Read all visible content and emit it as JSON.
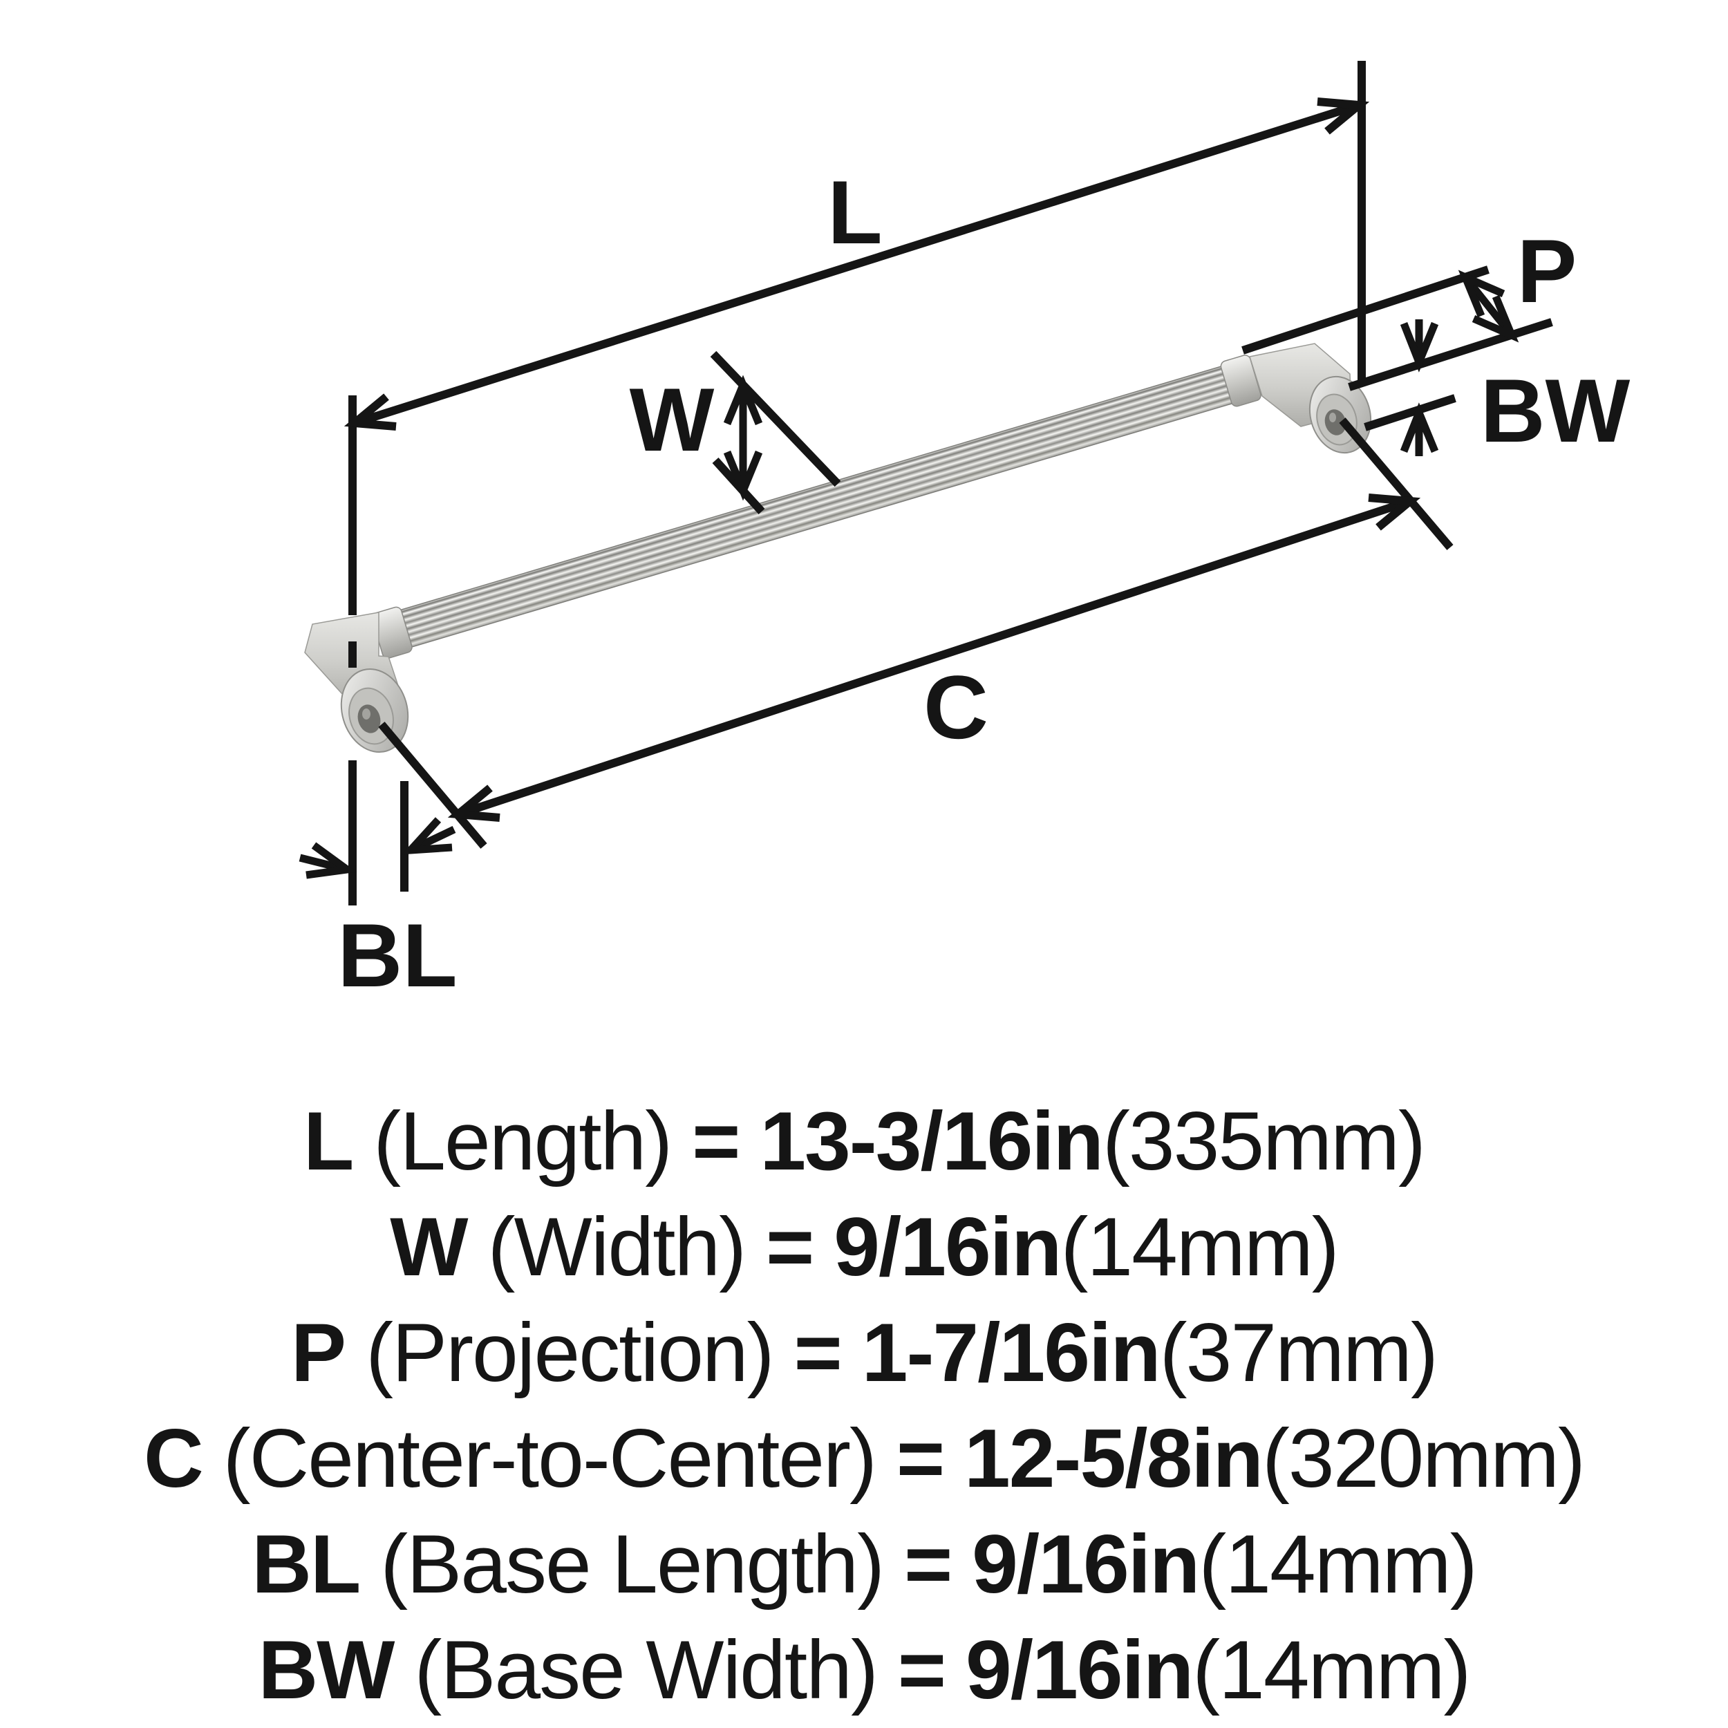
{
  "colors": {
    "ink": "#151515",
    "bg": "#ffffff",
    "metal_light": "#f4f4f1",
    "metal_dark": "#8f8f8b"
  },
  "diagram": {
    "labels": {
      "l": "L",
      "w": "W",
      "p": "P",
      "bw": "BW",
      "c": "C",
      "bl": "BL"
    }
  },
  "specs": [
    {
      "symbol": "L",
      "name": "(Length)",
      "equals": "=",
      "value": "13-3/16in",
      "metric": "(335mm)"
    },
    {
      "symbol": "W",
      "name": "(Width)",
      "equals": "=",
      "value": "9/16in",
      "metric": "(14mm)"
    },
    {
      "symbol": "P",
      "name": "(Projection)",
      "equals": "=",
      "value": "1-7/16in",
      "metric": "(37mm)"
    },
    {
      "symbol": "C",
      "name": "(Center-to-Center)",
      "equals": "=",
      "value": "12-5/8in",
      "metric": "(320mm)"
    },
    {
      "symbol": "BL",
      "name": "(Base Length)",
      "equals": "=",
      "value": "9/16in",
      "metric": "(14mm)"
    },
    {
      "symbol": "BW",
      "name": "(Base Width)",
      "equals": "=",
      "value": "9/16in",
      "metric": "(14mm)"
    }
  ]
}
